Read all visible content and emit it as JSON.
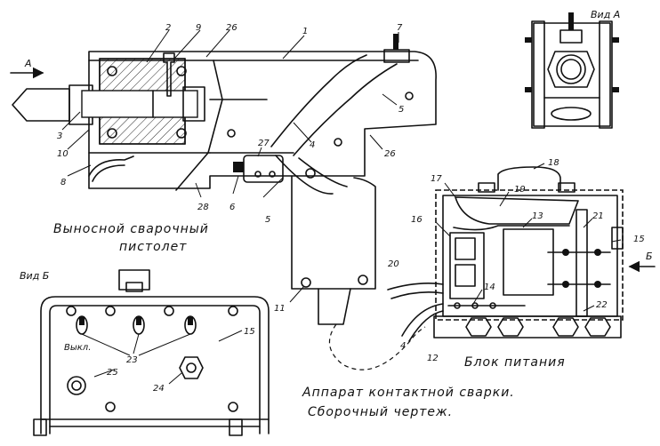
{
  "captions": {
    "gun_line1": "Выносной сварочный",
    "gun_line2": "пистолет",
    "title_line1": "Аппарат контактной сварки.",
    "title_line2": "Сборочный чертеж.",
    "power_unit": "Блок питания",
    "view_a": "Вид А",
    "view_b": "Вид Б",
    "arrow_a": "А",
    "arrow_b": "Б",
    "switch_off": "Выкл."
  },
  "callouts": {
    "n1": "1",
    "n2": "2",
    "n3": "3",
    "n4": "4",
    "n5": "5",
    "n5b": "5",
    "n6": "6",
    "n7": "7",
    "n8": "8",
    "n9": "9",
    "n10": "10",
    "n11": "11",
    "n12": "12",
    "n13": "13",
    "n14": "14",
    "n15": "15",
    "n15b": "15",
    "n16": "16",
    "n17": "17",
    "n18": "18",
    "n19": "19",
    "n20": "20",
    "n21": "21",
    "n22": "22",
    "n23": "23",
    "n24": "24",
    "n25": "25",
    "n26": "26",
    "n26b": "26",
    "n27": "27",
    "n28": "28",
    "n4b": "4"
  }
}
